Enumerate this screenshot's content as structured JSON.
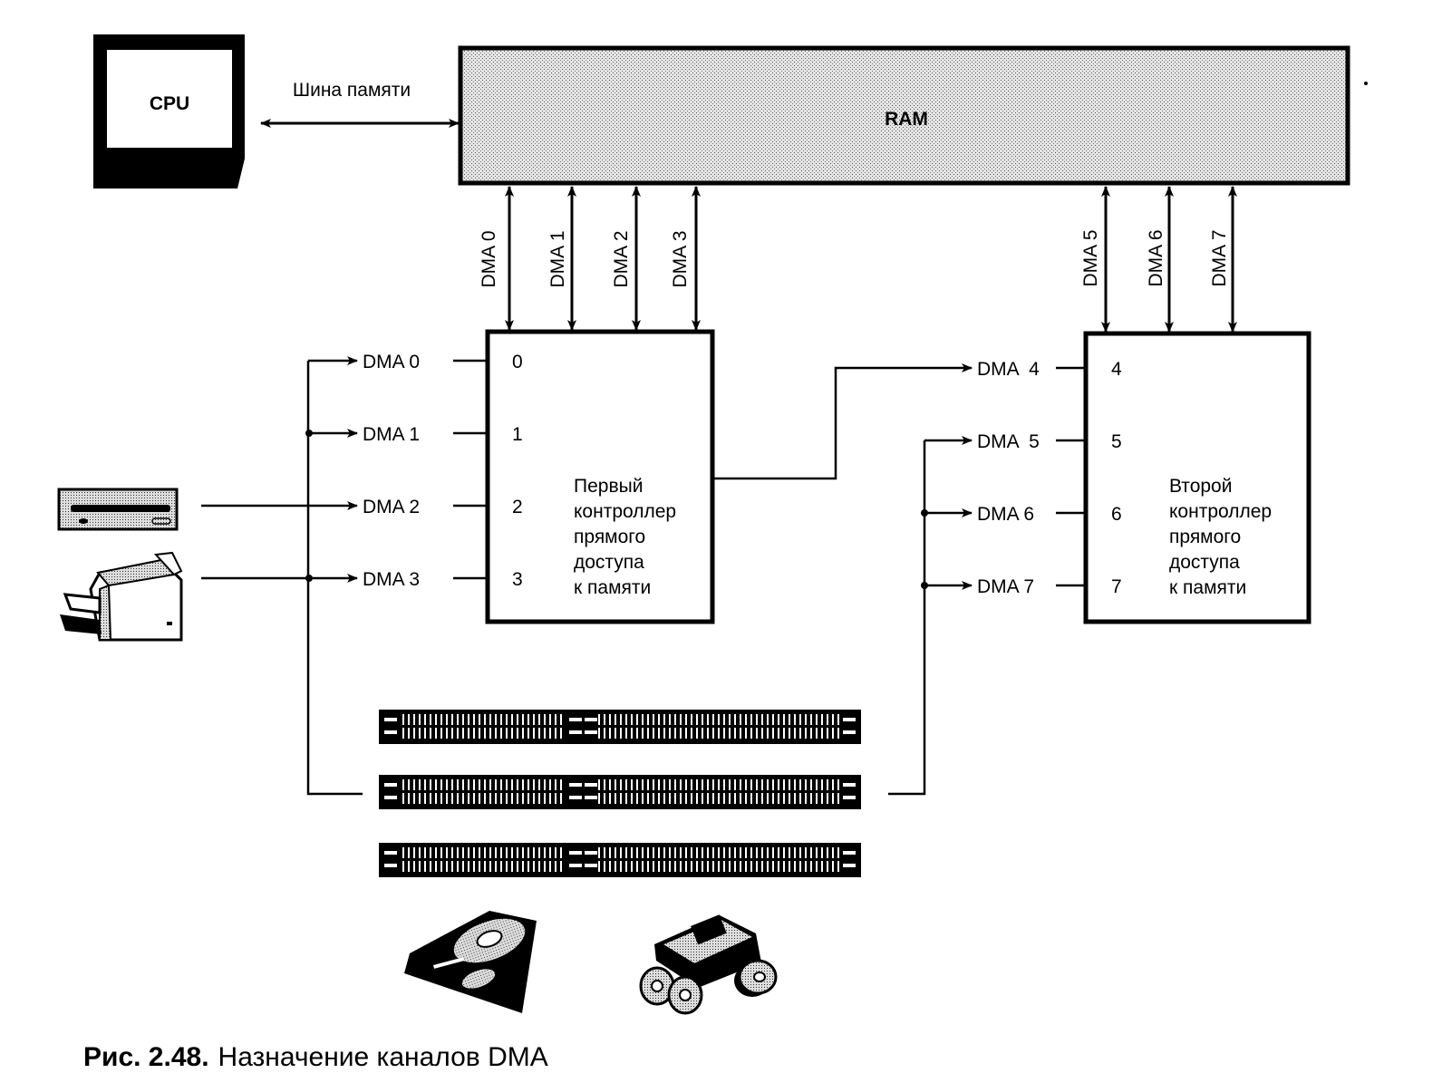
{
  "cpu": {
    "label": "CPU"
  },
  "memory_bus": {
    "label": "Шина памяти"
  },
  "ram": {
    "label": "RAM",
    "fill": "#c8c8c8"
  },
  "vertical_channels": {
    "controller1": [
      "DMA 0",
      "DMA 1",
      "DMA 2",
      "DMA 3"
    ],
    "controller2": [
      "DMA 5",
      "DMA 6",
      "DMA 7"
    ]
  },
  "controller1": {
    "title_lines": [
      "Первый",
      "контроллер",
      "прямого",
      "доступа",
      "к памяти"
    ],
    "inputs": [
      {
        "channel": "DMA 0",
        "port": "0"
      },
      {
        "channel": "DMA 1",
        "port": "1"
      },
      {
        "channel": "DMA 2",
        "port": "2"
      },
      {
        "channel": "DMA 3",
        "port": "3"
      }
    ]
  },
  "controller2": {
    "title_lines": [
      "Второй",
      "контроллер",
      "прямого",
      "доступа",
      "к памяти"
    ],
    "inputs": [
      {
        "channel": "DMA  4",
        "port": "4"
      },
      {
        "channel": "DMA  5",
        "port": "5"
      },
      {
        "channel": "DMA 6",
        "port": "6"
      },
      {
        "channel": "DMA 7",
        "port": "7"
      }
    ]
  },
  "devices": [
    "floppy-drive",
    "printer",
    "isa-slot",
    "isa-slot",
    "isa-slot",
    "hard-disk",
    "removable-disk-drive"
  ],
  "caption": {
    "number": "Рис. 2.48.",
    "text": "Назначение каналов DMA"
  }
}
